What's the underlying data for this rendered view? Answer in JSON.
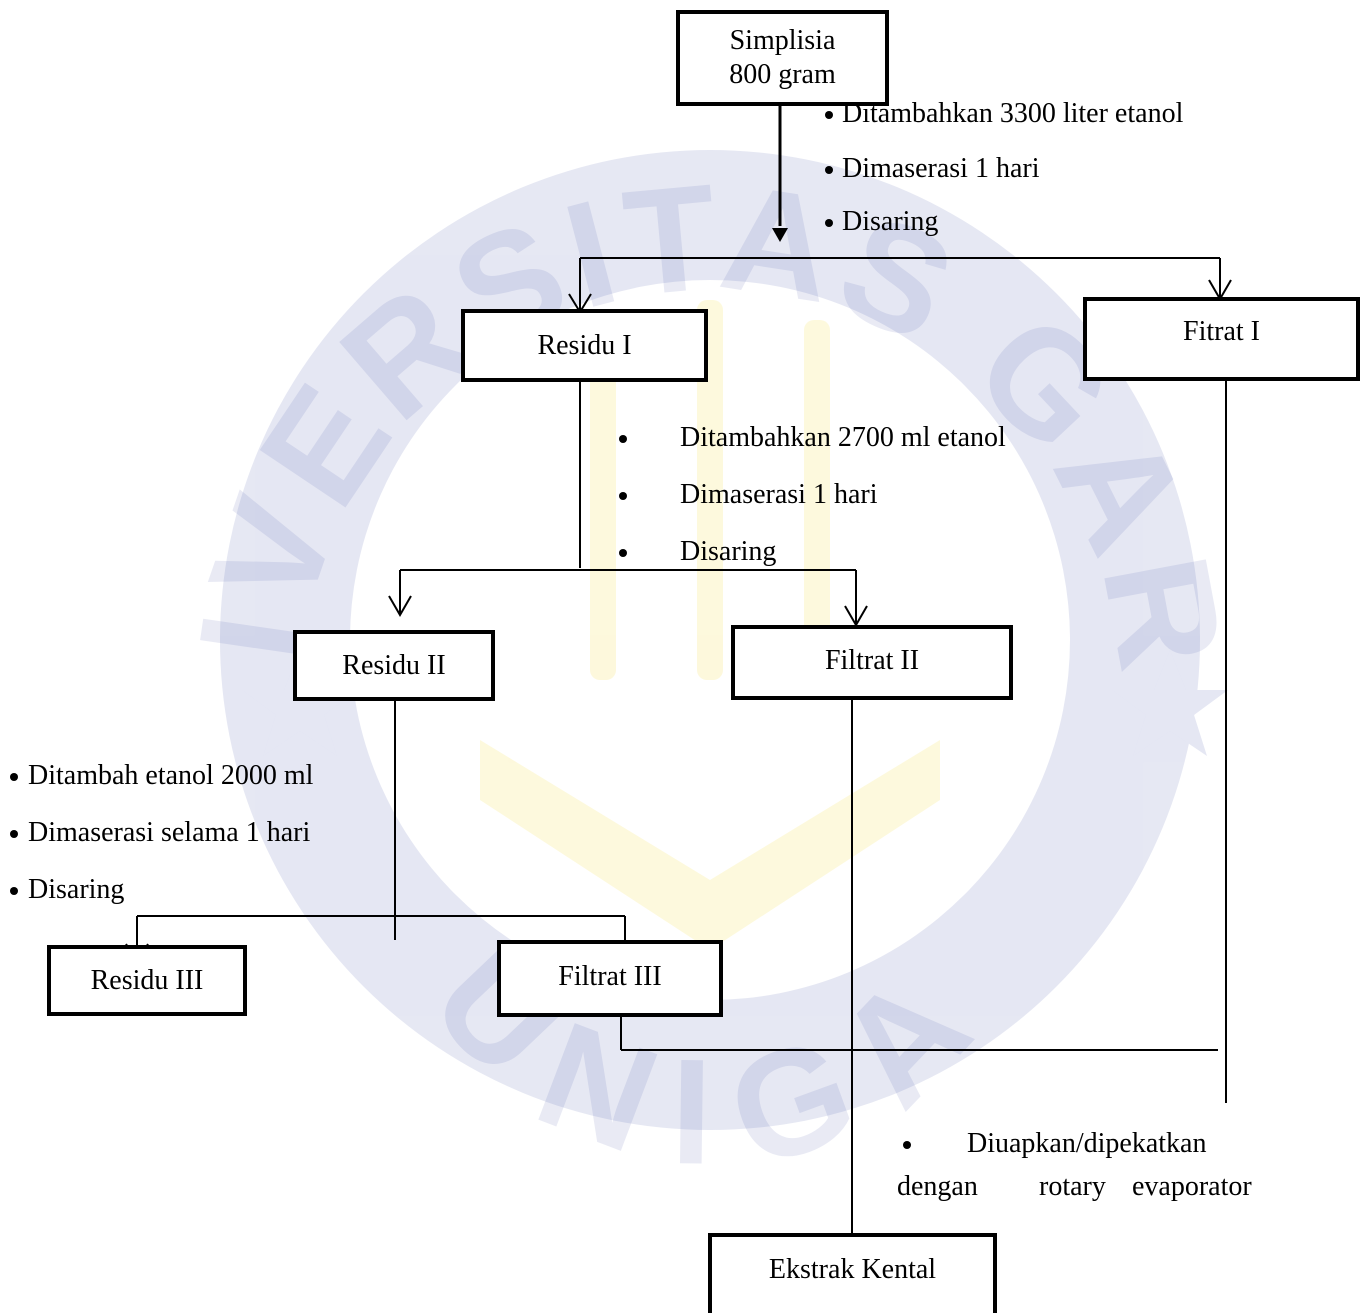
{
  "watermark": {
    "text_top": "UNIVERSITAS GARUT",
    "text_bottom": "UNIGA",
    "color_ring": "#2f3fa0",
    "color_inner": "#f2d51a"
  },
  "boxes": {
    "simplisia_line1": "Simplisia",
    "simplisia_line2": "800 gram",
    "residu_1": "Residu I",
    "fitrat_1": "Fitrat I",
    "residu_2": "Residu II",
    "filtrat_2": "Filtrat II",
    "residu_3": "Residu III",
    "filtrat_3": "Filtrat III",
    "ekstrak": "Ekstrak Kental"
  },
  "steps_1": [
    "Ditambahkan 3300 liter etanol",
    "Dimaserasi 1 hari",
    "Disaring"
  ],
  "steps_2": [
    "Ditambahkan 2700 ml etanol",
    "Dimaserasi 1 hari",
    "Disaring"
  ],
  "steps_3": [
    "Ditambah etanol 2000 ml",
    "Dimaserasi selama 1 hari",
    "Disaring"
  ],
  "final_step": {
    "line1": "Diuapkan/dipekatkan",
    "line2_words": [
      "dengan",
      "rotary",
      "evaporator"
    ]
  }
}
